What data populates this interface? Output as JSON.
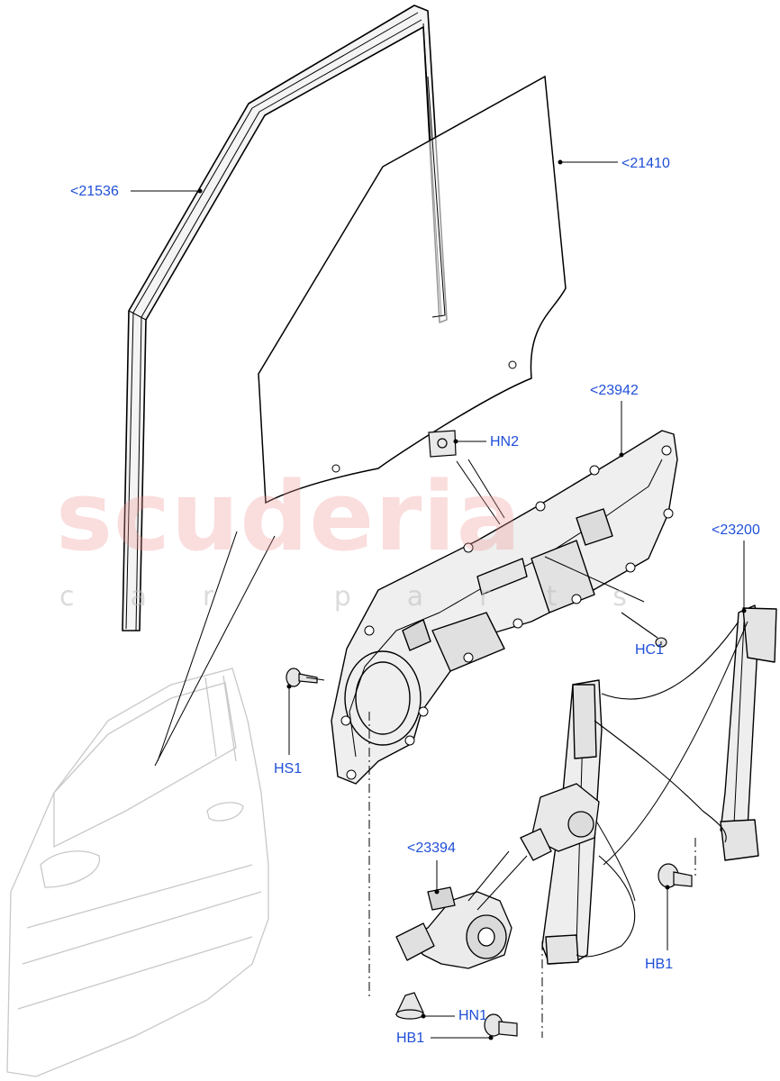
{
  "watermark": {
    "brand": "scuderia",
    "tagline": "car parts"
  },
  "callouts": {
    "c21536": "<21536",
    "c21410": "<21410",
    "c23942": "<23942",
    "c23200": "<23200",
    "c23394": "<23394",
    "hn2": "HN2",
    "hc1": "HC1",
    "hs1": "HS1",
    "hn1": "HN1",
    "hb1_right": "HB1",
    "hb1_bottom": "HB1"
  },
  "colors": {
    "line": "#000000",
    "callout_text": "#1f4fd8",
    "door_ghost": "#c8c8c8",
    "watermark": "#f09696"
  }
}
